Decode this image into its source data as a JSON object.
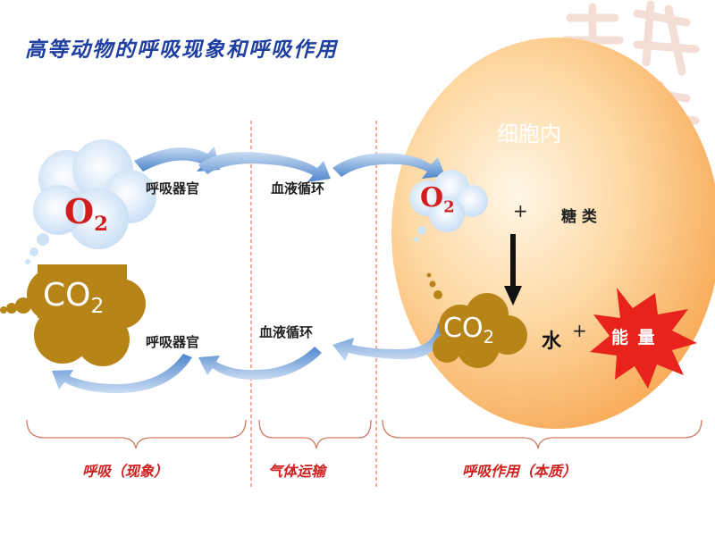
{
  "title": "高等动物的呼吸现象和呼吸作用",
  "cell_label": "细胞内",
  "o2": {
    "main": "O",
    "sub": "2"
  },
  "co2": {
    "main": "CO",
    "sub": "2"
  },
  "top_row": {
    "organ": "呼吸器官",
    "circulation": "血液循环"
  },
  "bottom_row": {
    "organ": "呼吸器官",
    "circulation": "血液循环"
  },
  "reaction": {
    "plus1": "+",
    "sugar": "糖 类",
    "water": "水",
    "plus2": "+",
    "energy": "能 量"
  },
  "phases": {
    "respiration": "呼吸（现象）",
    "transport": "气体运输",
    "cellular": "呼吸作用（本质）"
  },
  "colors": {
    "arrow": "#5a8fd0",
    "cloud_o2": "#cfe3f7",
    "cloud_co2": "#b78418",
    "o2_text": "#d21e1e",
    "cell_edge": "#f2952e",
    "energy_burst": "#e8231c",
    "divider": "#e8573a",
    "brace": "#d07a64",
    "title": "#1f3fa0"
  }
}
